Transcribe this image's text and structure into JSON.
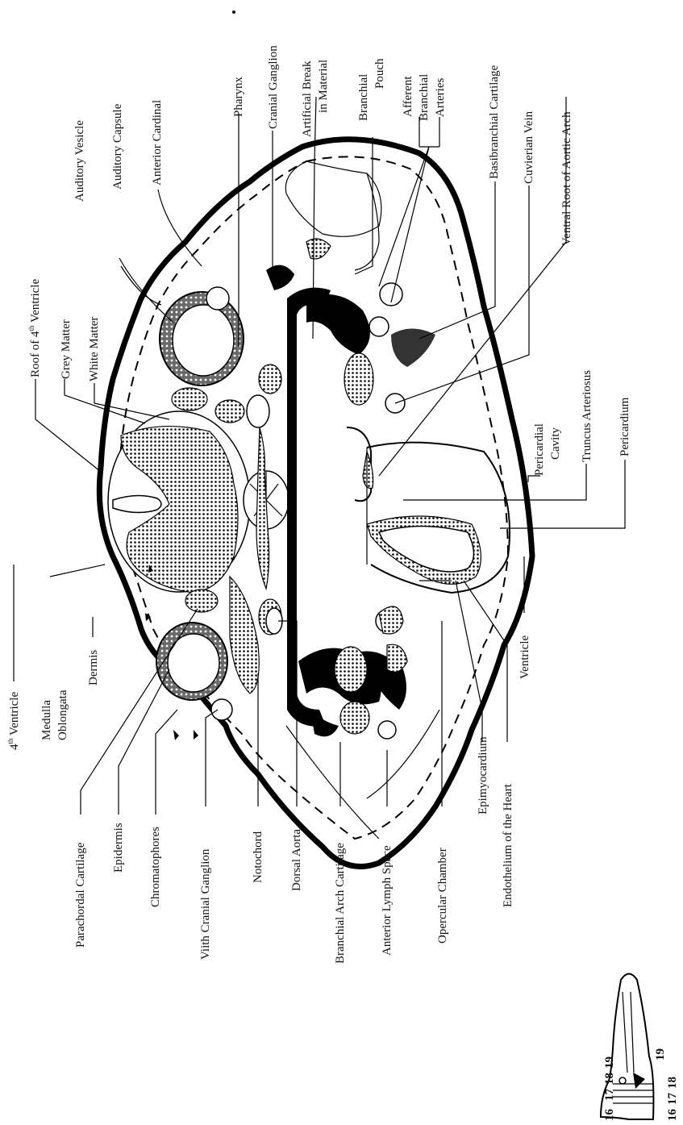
{
  "labels": {
    "auditory_vesicle": "Auditory Vesicle",
    "auditory_capsule": "Auditory Capsule",
    "anterior_cardinal": "Anterior Cardinal",
    "pharynx": "Pharynx",
    "cranial_ganglion": "Cranial Ganglion",
    "artificial_break_1": "Artificial Break",
    "artificial_break_2": "in Material",
    "branchial_pouch_1": "Branchial",
    "branchial_pouch_2": "Pouch",
    "afferent_1": "Afferent",
    "afferent_2": "Branchial",
    "afferent_3": "Arteries",
    "basibranchial_cartilage": "Basibranchial Cartilage",
    "cuvierian_vein": "Cuvierian Vein",
    "ventral_root_aortic_arch": "Ventral Root of Aortic Arch",
    "roof_4th_ventricle_pre": "Roof of 4",
    "roof_4th_ventricle_sup": "th",
    "roof_4th_ventricle_post": " Ventricle",
    "grey_matter": "Grey Matter",
    "white_matter": "White Matter",
    "pericardial_cavity_1": "Pericardial",
    "pericardial_cavity_2": "Cavity",
    "truncus_arteriosus": "Truncus Arteriosus",
    "pericardium": "Pericardium",
    "fourth_ventricle_pre": "4",
    "fourth_ventricle_sup": "th",
    "fourth_ventricle_post": " Ventricle",
    "medulla_1": "Medulla",
    "medulla_2": "Oblongata",
    "dermis": "Dermis",
    "ventricle": "Ventricle",
    "parachordal_cartilage": "Parachordal Cartilage",
    "epidermis": "Epidermis",
    "chromatophores": "Chromatophores",
    "viith_cranial_ganglion": "Viith Cranial Ganglion",
    "notochord": "Notochord",
    "dorsal_aorta": "Dorsal Aorta",
    "branchial_arch_cartilage": "Branchial Arch Cartilage",
    "anterior_lymph_space": "Anterior Lymph Space",
    "opercular_chamber": "Opercular Chamber",
    "epimyocardium": "Epimyocardium",
    "endothelium_heart": "Endothelium of the Heart"
  },
  "section_markers": {
    "top": [
      "16",
      "17",
      "18",
      "19"
    ],
    "bottom": [
      "16",
      "17",
      "18",
      "19"
    ]
  }
}
